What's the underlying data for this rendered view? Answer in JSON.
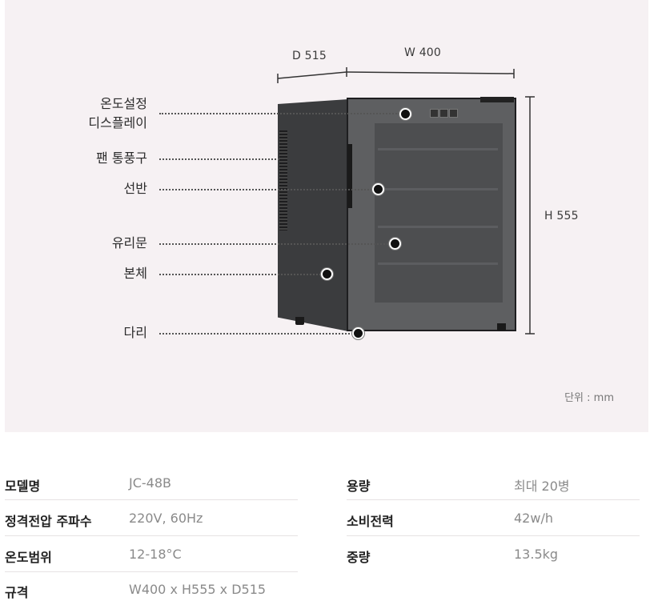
{
  "diagram": {
    "dimensions": {
      "depth": "D 515",
      "width": "W 400",
      "height": "H 555"
    },
    "unit": "단위 : mm",
    "callouts": [
      {
        "line1": "온도설정",
        "line2": "디스플레이"
      },
      {
        "line1": "팬 통풍구"
      },
      {
        "line1": "선반"
      },
      {
        "line1": "유리문"
      },
      {
        "line1": "본체"
      },
      {
        "line1": "다리"
      }
    ]
  },
  "specs": {
    "left": [
      {
        "key": "모델명",
        "value": "JC-48B"
      },
      {
        "key": "정격전압 주파수",
        "value": "220V, 60Hz"
      },
      {
        "key": "온도범위",
        "value": "12-18°C"
      },
      {
        "key": "규격",
        "value": "W400 x H555 x D515"
      }
    ],
    "right": [
      {
        "key": "용량",
        "value": "최대 20병"
      },
      {
        "key": "소비전력",
        "value": "42w/h"
      },
      {
        "key": "중량",
        "value": "13.5kg"
      }
    ]
  }
}
